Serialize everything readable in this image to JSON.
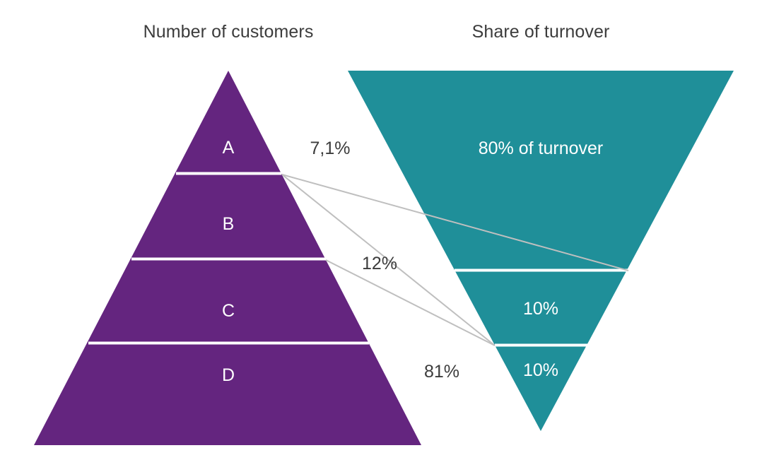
{
  "headings": {
    "left": "Number of customers",
    "right": "Share of turnover"
  },
  "colors": {
    "pyramid_purple": "#64257F",
    "funnel_teal": "#1F8F99",
    "divider_white": "#FFFFFF",
    "connector_gray": "#BFBFBF",
    "text_dark": "#3C3C3C",
    "text_light": "#FFFFFF",
    "background": "#FFFFFF"
  },
  "chart_data": {
    "type": "pyramid-funnel",
    "title": "",
    "left_shape": {
      "name": "Number of customers",
      "orientation": "pyramid-up",
      "segments": [
        {
          "label": "A",
          "share_label": "7,1%",
          "share_value": 7.1
        },
        {
          "label": "B",
          "share_label": "12%",
          "share_value": 12
        },
        {
          "label": "C",
          "share_label": "",
          "share_value": null
        },
        {
          "label": "D",
          "share_label": "81%",
          "share_value": 81
        }
      ]
    },
    "right_shape": {
      "name": "Share of turnover",
      "orientation": "funnel-down",
      "segments": [
        {
          "label": "80% of turnover",
          "value": 80
        },
        {
          "label": "10%",
          "value": 10
        },
        {
          "label": "10%",
          "value": 10
        }
      ]
    },
    "connectors": [
      {
        "from": "A/B boundary",
        "to": "80% / 10% boundary"
      },
      {
        "from": "B/C boundary",
        "to": "10% / 10% boundary"
      }
    ]
  },
  "left_pyramid": {
    "tiers": [
      {
        "label": "A"
      },
      {
        "label": "B"
      },
      {
        "label": "C"
      },
      {
        "label": "D"
      }
    ],
    "percentages": {
      "a": "7,1%",
      "b": "12%",
      "d": "81%"
    }
  },
  "right_funnel": {
    "segments": [
      {
        "label": "80% of turnover"
      },
      {
        "label": "10%"
      },
      {
        "label": "10%"
      }
    ]
  }
}
